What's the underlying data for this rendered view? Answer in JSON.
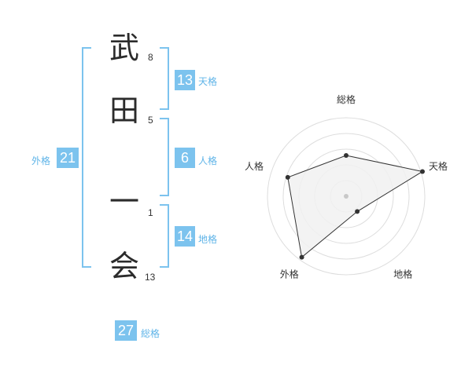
{
  "name": {
    "characters": [
      {
        "char": "武",
        "strokes": "8"
      },
      {
        "char": "田",
        "strokes": "5"
      },
      {
        "char": "一",
        "strokes": "1"
      },
      {
        "char": "会",
        "strokes": "13"
      }
    ]
  },
  "scores": {
    "tenkaku": {
      "value": "13",
      "label": "天格"
    },
    "jinkaku": {
      "value": "6",
      "label": "人格"
    },
    "chikaku": {
      "value": "14",
      "label": "地格"
    },
    "gaikaku": {
      "value": "21",
      "label": "外格"
    },
    "soukaku": {
      "value": "27",
      "label": "総格"
    }
  },
  "colors": {
    "accent": "#7cc3ee",
    "label": "#5fb4e8",
    "text": "#2b2b2b"
  },
  "chart_data": {
    "type": "radar",
    "axes": [
      "総格",
      "天格",
      "地格",
      "外格",
      "人格"
    ],
    "levels": 5,
    "values": [
      2.6,
      5.1,
      1.2,
      4.8,
      3.9
    ],
    "max": 5,
    "grid": true
  }
}
